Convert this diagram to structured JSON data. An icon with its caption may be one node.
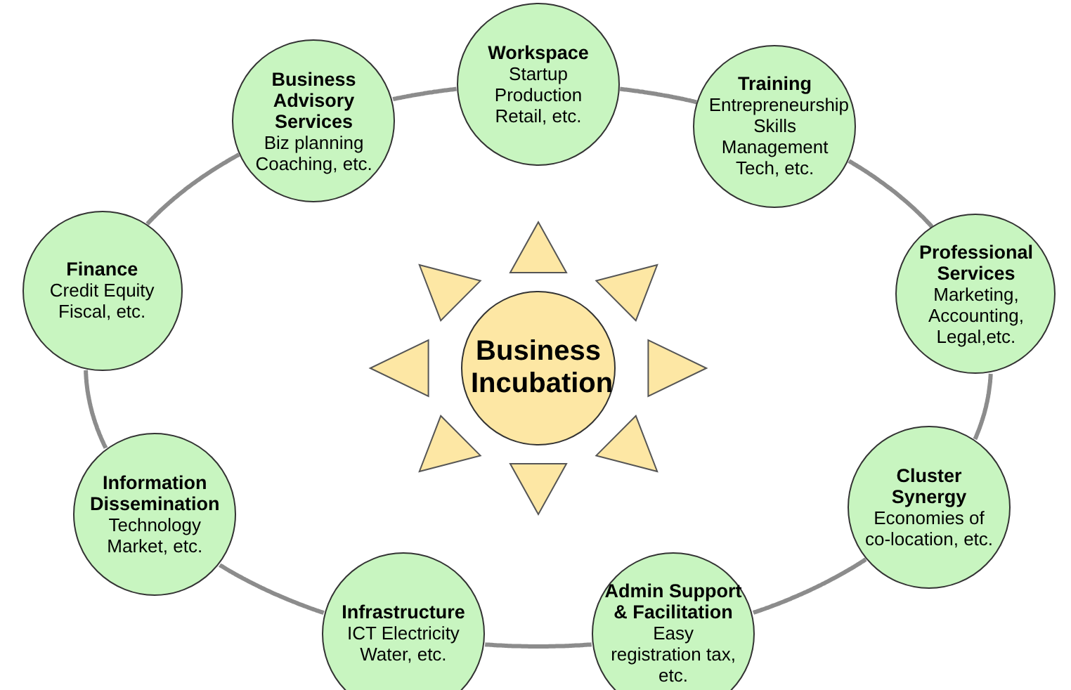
{
  "diagram": {
    "nodes": [
      {
        "text": [
          "Workspace",
          "Startup Production Retail, etc."
        ]
      },
      {
        "text": [
          "Business Advisory Services",
          "Biz planning Coaching, etc."
        ]
      },
      {
        "text": [
          "Training",
          "Entrepreneurship Skills Management Tech, etc."
        ]
      },
      {
        "text": [
          "Finance",
          "Credit Equity Fiscal, etc."
        ]
      },
      {
        "text": [
          "Professional Services",
          "Marketing, Accounting, Legal,etc."
        ]
      },
      {
        "text": [
          "Business Incubation"
        ]
      },
      {
        "text": [
          "Information Dissemination",
          "Technology Market, etc."
        ]
      },
      {
        "text": [
          "Cluster Synergy",
          "Economies of co-location, etc."
        ]
      },
      {
        "text": [
          "Infrastructure",
          "ICT Electricity Water, etc."
        ]
      },
      {
        "text": [
          "Admin Support & Facilitation",
          "Easy registration tax, etc."
        ]
      }
    ],
    "edges": [
      {
        "from": 0,
        "to": 2,
        "arrow": "none"
      },
      {
        "from": 2,
        "to": 4,
        "arrow": "none"
      },
      {
        "from": 4,
        "to": 7,
        "arrow": "none"
      },
      {
        "from": 7,
        "to": 9,
        "arrow": "none"
      },
      {
        "from": 9,
        "to": 8,
        "arrow": "none"
      },
      {
        "from": 8,
        "to": 6,
        "arrow": "none"
      },
      {
        "from": 6,
        "to": 3,
        "arrow": "none"
      },
      {
        "from": 3,
        "to": 1,
        "arrow": "none"
      },
      {
        "from": 1,
        "to": 0,
        "arrow": "none"
      }
    ]
  }
}
